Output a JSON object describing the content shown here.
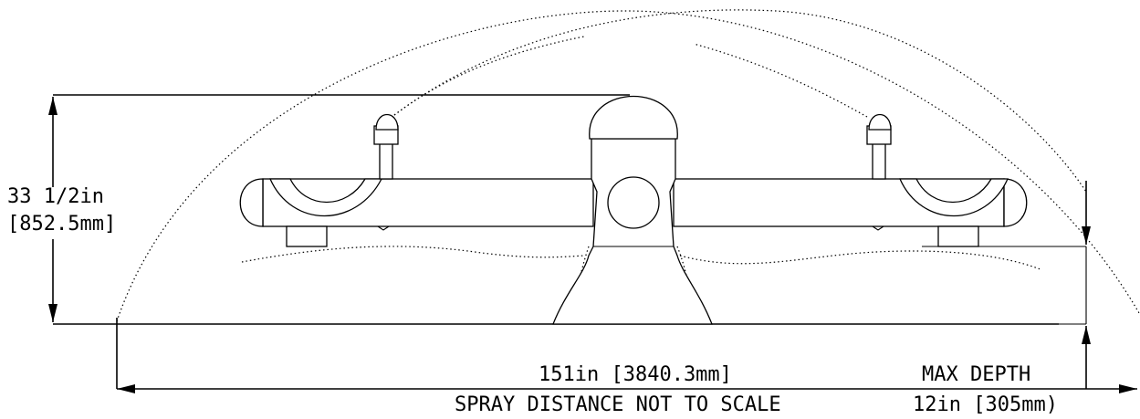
{
  "drawing": {
    "height_dimension": {
      "imperial": "33 1/2in",
      "metric": "[852.5mm]"
    },
    "spray_dimension": {
      "value": "151in [3840.3mm]",
      "note": "SPRAY DISTANCE NOT TO SCALE"
    },
    "depth_dimension": {
      "label": "MAX DEPTH",
      "value": "12in [305mm)"
    }
  }
}
